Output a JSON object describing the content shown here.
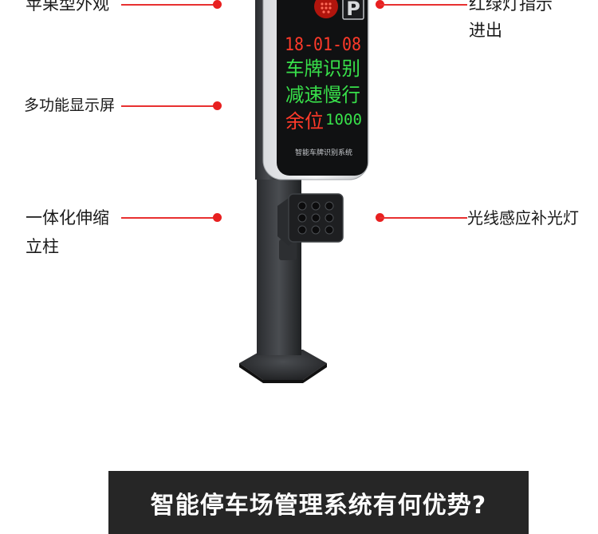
{
  "callouts": {
    "apple_design": "苹果型外观",
    "traffic_light_line1": "红绿灯指示",
    "traffic_light_line2": "进出",
    "multi_display": "多功能显示屏",
    "telescopic_line1": "一体化伸缩",
    "telescopic_line2": "立柱",
    "fill_light": "光线感应补光灯"
  },
  "display": {
    "parking_sign": "P",
    "date": "18-01-08",
    "line2": "车牌识别",
    "line3": "减速慢行",
    "spaces_label": "余位",
    "spaces_value": "1000",
    "brand": "智能车牌识别系统"
  },
  "banner": {
    "text": "智能停车场管理系统有何优势?"
  },
  "colors": {
    "accent": "#e82020",
    "led_red": "#ff3a2a",
    "led_green": "#38e04a",
    "banner_bg": "#262626"
  }
}
